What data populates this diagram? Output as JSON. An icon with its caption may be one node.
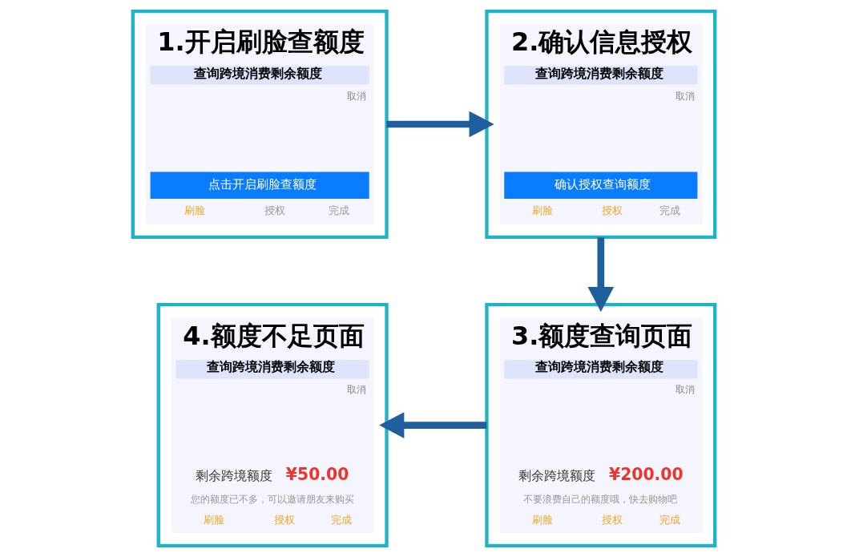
{
  "diagram": {
    "nodes": [
      {
        "text": [
          "1.开启刷脸查额度",
          "查询跨境消费剩余额度",
          "取消",
          "点击开启刷脸查额度",
          "刷脸",
          "授权",
          "完成"
        ]
      },
      {
        "text": [
          "2.确认信息授权",
          "查询跨境消费剩余额度",
          "取消",
          "确认授权查询额度",
          "刷脸",
          "授权",
          "完成"
        ]
      },
      {
        "text": [
          "3.额度查询页面",
          "查询跨境消费剩余额度",
          "取消",
          "剩余跨境额度",
          "¥200.00",
          "不要浪费自己的额度哦，快去购物吧",
          "刷脸",
          "授权",
          "完成"
        ]
      },
      {
        "text": [
          "4.额度不足页面",
          "查询跨境消费剩余额度",
          "取消",
          "剩余跨境额度",
          "¥50.00",
          "您的额度已不多，可以邀请朋友来购买",
          "刷脸",
          "授权",
          "完成"
        ]
      }
    ],
    "edges": [
      {
        "from": 0,
        "to": 1,
        "arrow": "to"
      },
      {
        "from": 1,
        "to": 2,
        "arrow": "to"
      },
      {
        "from": 2,
        "to": 3,
        "arrow": "to"
      }
    ]
  }
}
